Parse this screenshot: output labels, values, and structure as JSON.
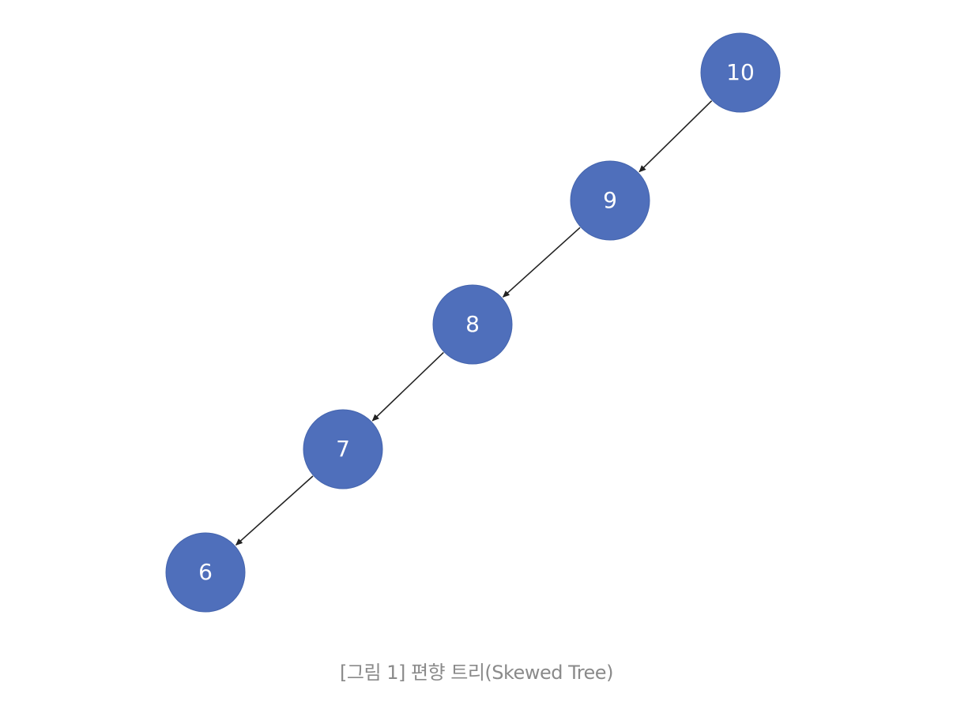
{
  "diagram": {
    "type": "skewed-tree",
    "nodes": [
      {
        "id": "n10",
        "label": "10"
      },
      {
        "id": "n9",
        "label": "9"
      },
      {
        "id": "n8",
        "label": "8"
      },
      {
        "id": "n7",
        "label": "7"
      },
      {
        "id": "n6",
        "label": "6"
      }
    ],
    "edges": [
      {
        "from": "n10",
        "to": "n9"
      },
      {
        "from": "n9",
        "to": "n8"
      },
      {
        "from": "n8",
        "to": "n7"
      },
      {
        "from": "n7",
        "to": "n6"
      }
    ],
    "colors": {
      "node_fill": "#4F6FBB",
      "node_text": "#FFFFFF",
      "edge": "#222222",
      "caption": "#8A8A8A"
    }
  },
  "caption": "[그림 1] 편향 트리(Skewed Tree)"
}
